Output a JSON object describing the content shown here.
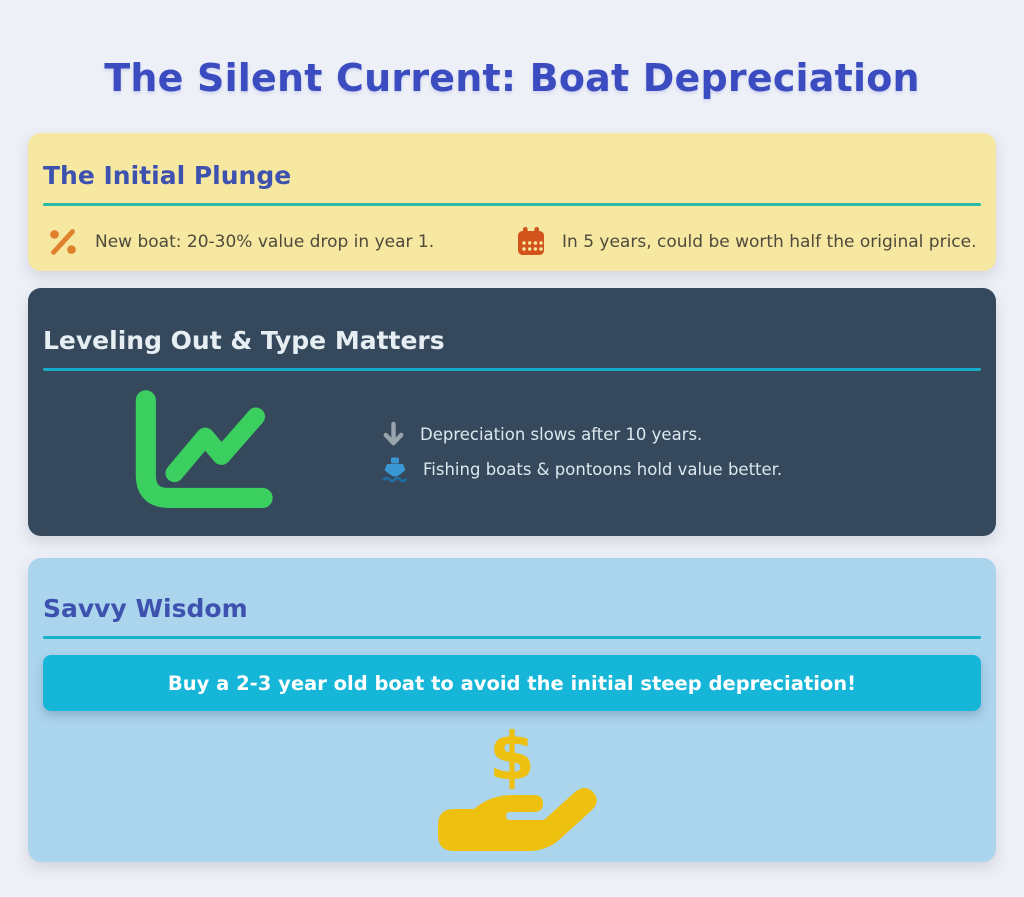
{
  "title": "The Silent Current: Boat Depreciation",
  "cards": {
    "plunge": {
      "title": "The Initial Plunge",
      "items": [
        {
          "icon": "percent-icon",
          "text": "New boat: 20-30% value drop in year 1."
        },
        {
          "icon": "calendar-icon",
          "text": "In 5 years, could be worth half the original price."
        }
      ]
    },
    "leveling": {
      "title": "Leveling Out & Type Matters",
      "icon": "line-chart-icon",
      "items": [
        {
          "icon": "arrow-down-icon",
          "text": "Depreciation slows after 10 years."
        },
        {
          "icon": "ship-icon",
          "text": "Fishing boats & pontoons hold value better."
        }
      ]
    },
    "wisdom": {
      "title": "Savvy Wisdom",
      "banner": "Buy a 2-3 year old boat to avoid the initial steep depreciation!",
      "icon": "hand-holding-dollar-icon",
      "dollar_glyph": "$"
    }
  },
  "colors": {
    "page_background": "#eef0f7",
    "title_text": "#3b4cc0",
    "card_plunge_bg": "#f6e7a1",
    "card_leveling_bg": "#36495c",
    "card_wisdom_bg": "#abd4ed",
    "heading_indigo": "#3d51ae",
    "divider_teal": "#2cb9a8",
    "divider_cyan": "#18a8c8",
    "banner_bg": "#15b6d7",
    "percent_orange": "#e0812e",
    "calendar_orange": "#d2531c",
    "chart_green": "#3bcf5f",
    "arrow_gray": "#98a3ab",
    "ship_blue": "#3a96d2",
    "hand_gold": "#eec111"
  }
}
